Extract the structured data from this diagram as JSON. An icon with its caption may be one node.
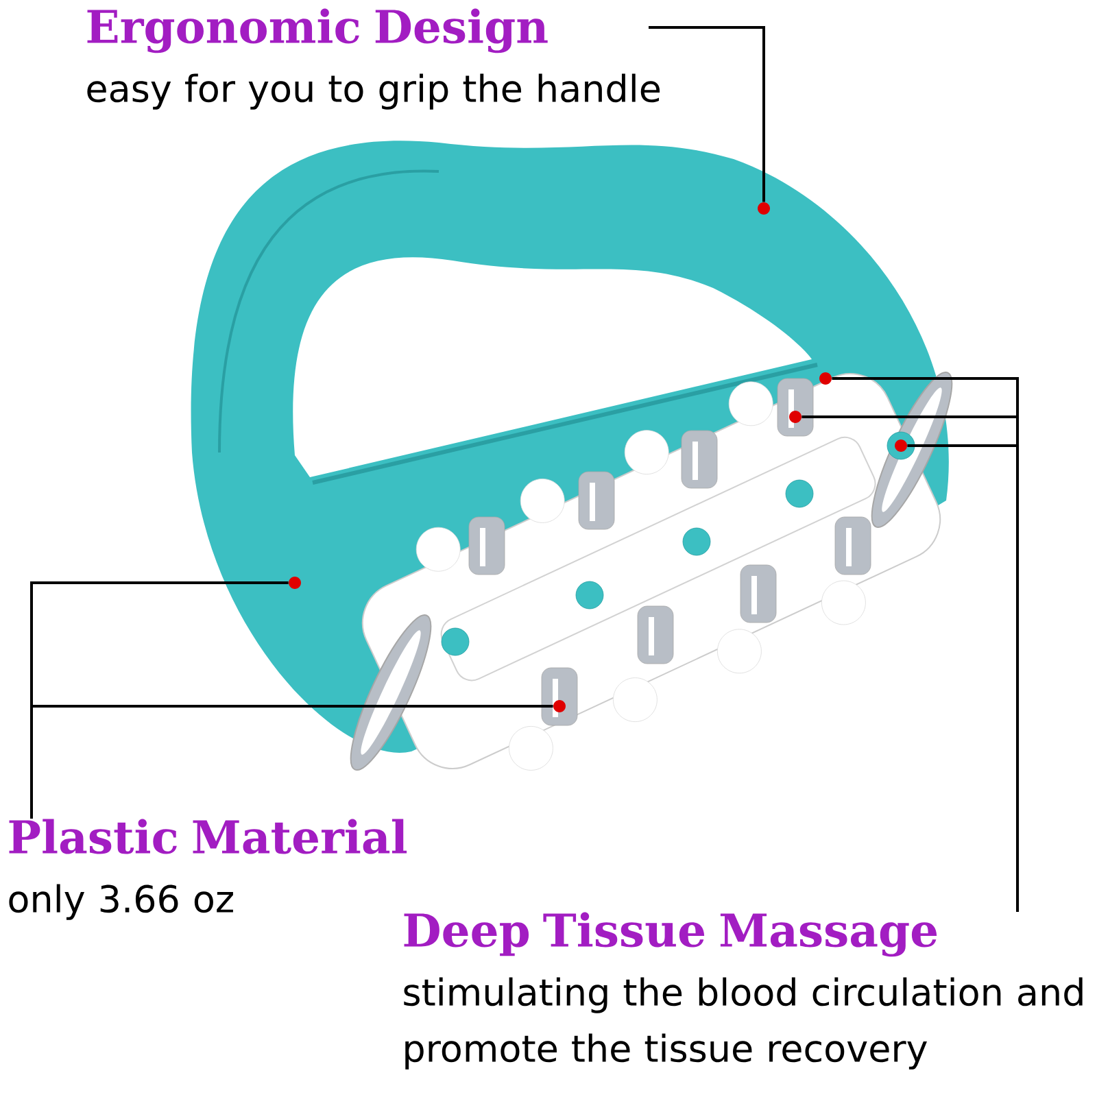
{
  "diagram": {
    "nodes": [
      {
        "text": [
          "Ergonomic Design",
          "easy for you to grip the handle"
        ]
      },
      {
        "text": [],
        "shape": "circle"
      },
      {
        "text": [
          "Plastic Material",
          "only 3.66 oz"
        ]
      },
      {
        "text": [],
        "shape": "circle"
      },
      {
        "text": [],
        "shape": "circle"
      },
      {
        "text": [
          "Deep Tissue Massage",
          "stimulating the blood circulation and promote the tissue recovery"
        ]
      },
      {
        "text": [],
        "shape": "circle"
      },
      {
        "text": [],
        "shape": "circle"
      },
      {
        "text": [],
        "shape": "circle"
      }
    ],
    "edges": [
      {
        "from": 0,
        "to": 1,
        "arrow": "none"
      },
      {
        "from": 2,
        "to": 3,
        "arrow": "none"
      },
      {
        "from": 2,
        "to": 4,
        "arrow": "none"
      },
      {
        "from": 5,
        "to": 6,
        "arrow": "none"
      },
      {
        "from": 5,
        "to": 7,
        "arrow": "none"
      },
      {
        "from": 5,
        "to": 8,
        "arrow": "none"
      }
    ]
  }
}
